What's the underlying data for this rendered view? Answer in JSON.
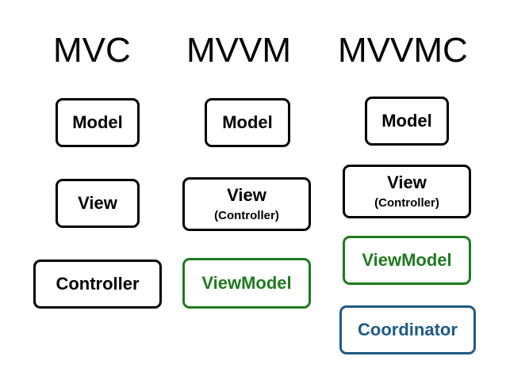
{
  "columns": [
    {
      "title": "MVC",
      "boxes": [
        {
          "label": "Model",
          "sub": ""
        },
        {
          "label": "View",
          "sub": ""
        },
        {
          "label": "Controller",
          "sub": ""
        }
      ]
    },
    {
      "title": "MVVM",
      "boxes": [
        {
          "label": "Model",
          "sub": ""
        },
        {
          "label": "View",
          "sub": "(Controller)"
        },
        {
          "label": "ViewModel",
          "sub": ""
        }
      ]
    },
    {
      "title": "MVVMC",
      "boxes": [
        {
          "label": "Model",
          "sub": ""
        },
        {
          "label": "View",
          "sub": "(Controller)"
        },
        {
          "label": "ViewModel",
          "sub": ""
        },
        {
          "label": "Coordinator",
          "sub": ""
        }
      ]
    }
  ],
  "colors": {
    "default": "#000000",
    "viewmodel": "#1f7a1f",
    "coordinator": "#1f5a84"
  }
}
